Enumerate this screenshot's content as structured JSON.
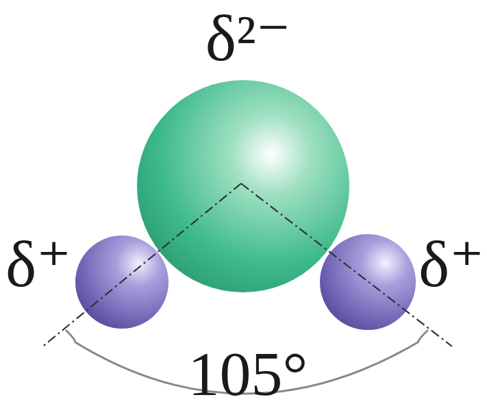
{
  "diagram": {
    "labels": [
      "δ²⁻",
      "δ⁺",
      "δ⁺",
      "105°"
    ]
  }
}
